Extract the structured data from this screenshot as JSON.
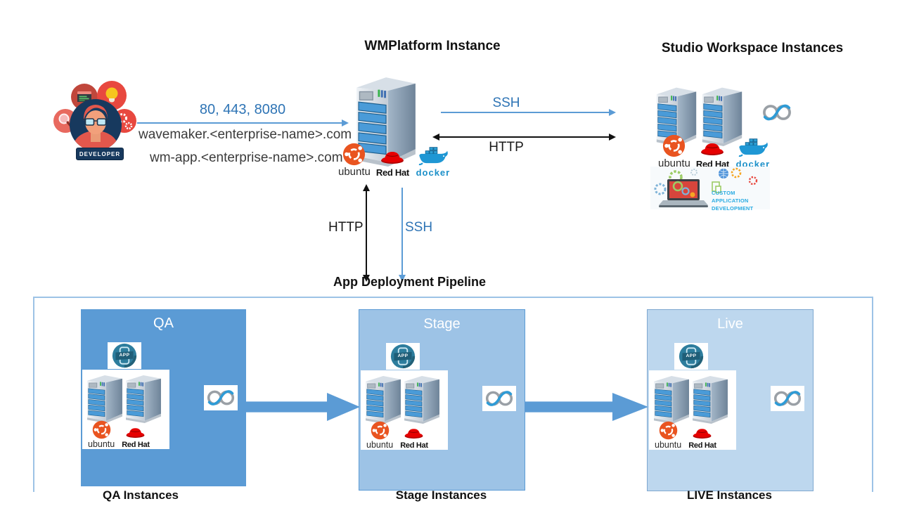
{
  "developer": {
    "badge_label": "DEVELOPER"
  },
  "client_connection": {
    "ports_label": "80, 443, 8080",
    "studio_domain": "wavemaker.<enterprise-name>.com",
    "apps_domain": "wm-app.<enterprise-name>.com"
  },
  "wmplatform": {
    "title": "WMPlatform Instance"
  },
  "studio": {
    "title": "Studio Workspace Instances",
    "banner_line1": "CUSTOM APPLICATION",
    "banner_line2": "DEVELOPMENT"
  },
  "links": {
    "ssh_top_label": "SSH",
    "http_top_label": "HTTP",
    "http_down_label": "HTTP",
    "ssh_down_label": "SSH"
  },
  "pipeline": {
    "title": "App Deployment Pipeline",
    "stages": [
      {
        "name": "QA",
        "caption": "QA Instances",
        "fill": "#5B9BD5"
      },
      {
        "name": "Stage",
        "caption": "Stage Instances",
        "fill": "#9DC3E6"
      },
      {
        "name": "Live",
        "caption": "LIVE Instances",
        "fill": "#BDD7EE"
      }
    ]
  },
  "logos": {
    "ubuntu_label": "ubuntu",
    "redhat_label": "Red Hat",
    "docker_label": "docker",
    "app_badge_label": "APP"
  },
  "colors": {
    "arrow_blue": "#5B9BD5",
    "text_blue": "#2E74B5",
    "container_border": "#9DC3E6",
    "banner_text": "#29ABE2",
    "ubuntu_orange": "#E95420",
    "redhat_red": "#E00000",
    "docker_blue": "#1c90c9"
  }
}
